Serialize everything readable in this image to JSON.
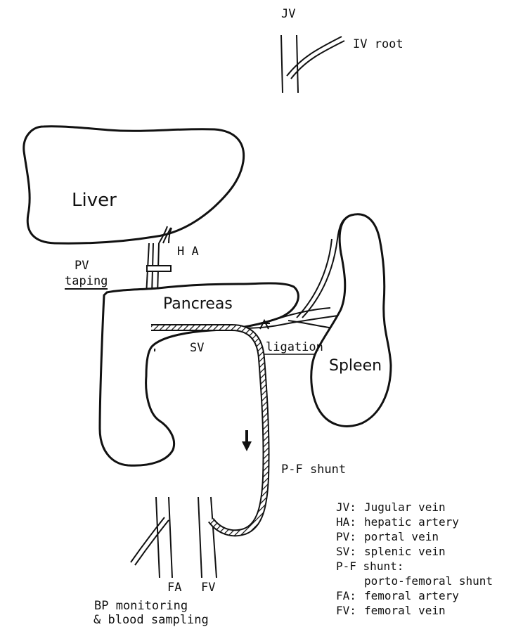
{
  "organs": {
    "liver": "Liver",
    "pancreas": "Pancreas",
    "spleen": "Spleen"
  },
  "vessels": {
    "jv": "JV",
    "iv_root": "IV root",
    "ha": "H A",
    "pv": "PV",
    "taping": "taping",
    "sv": "SV",
    "ligation": "ligation",
    "pf_shunt": "P-F shunt",
    "fa": "FA",
    "fv": "FV"
  },
  "bp_label": {
    "line1": "BP monitoring",
    "line2": "& blood sampling"
  },
  "legend": [
    {
      "abbr": "JV:",
      "text": "Jugular vein"
    },
    {
      "abbr": "HA:",
      "text": "hepatic artery"
    },
    {
      "abbr": "PV:",
      "text": "portal vein"
    },
    {
      "abbr": "SV:",
      "text": "splenic vein"
    },
    {
      "abbr": "P-F",
      "text": "shunt:"
    },
    {
      "abbr": "",
      "text": "porto-femoral shunt"
    },
    {
      "abbr": "FA:",
      "text": "femoral artery"
    },
    {
      "abbr": "FV:",
      "text": "femoral vein"
    }
  ]
}
